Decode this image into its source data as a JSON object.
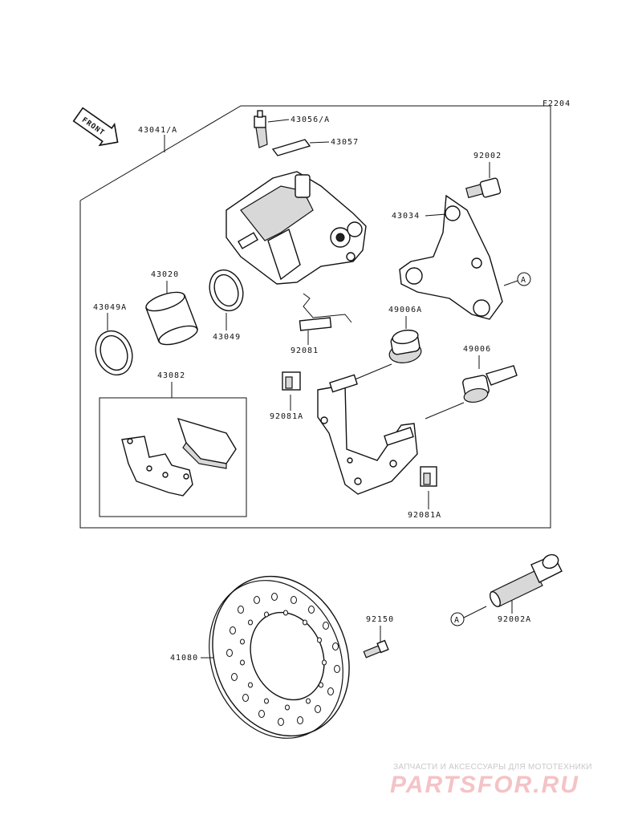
{
  "figure_code": "F2204",
  "front_label": "FRONT",
  "callouts": {
    "c43041": "43041/A",
    "c43056": "43056/A",
    "c43057": "43057",
    "c92002": "92002",
    "c43034": "43034",
    "c43020": "43020",
    "c43049a": "43049A",
    "c43049": "43049",
    "c92081": "92081",
    "c49006a": "49006A",
    "c49006": "49006",
    "c43082": "43082",
    "c92081a_left": "92081A",
    "c92081a_bottom": "92081A",
    "c92150": "92150",
    "c41080": "41080",
    "c92002a": "92002A"
  },
  "ref_markers": {
    "bracket": "A",
    "bolt": "A"
  },
  "watermark": {
    "tagline": "ЗАПЧАСТИ И АКСЕССУАРЫ ДЛЯ МОТОТЕХНИКИ",
    "logo": "PARTSFOR.RU"
  }
}
